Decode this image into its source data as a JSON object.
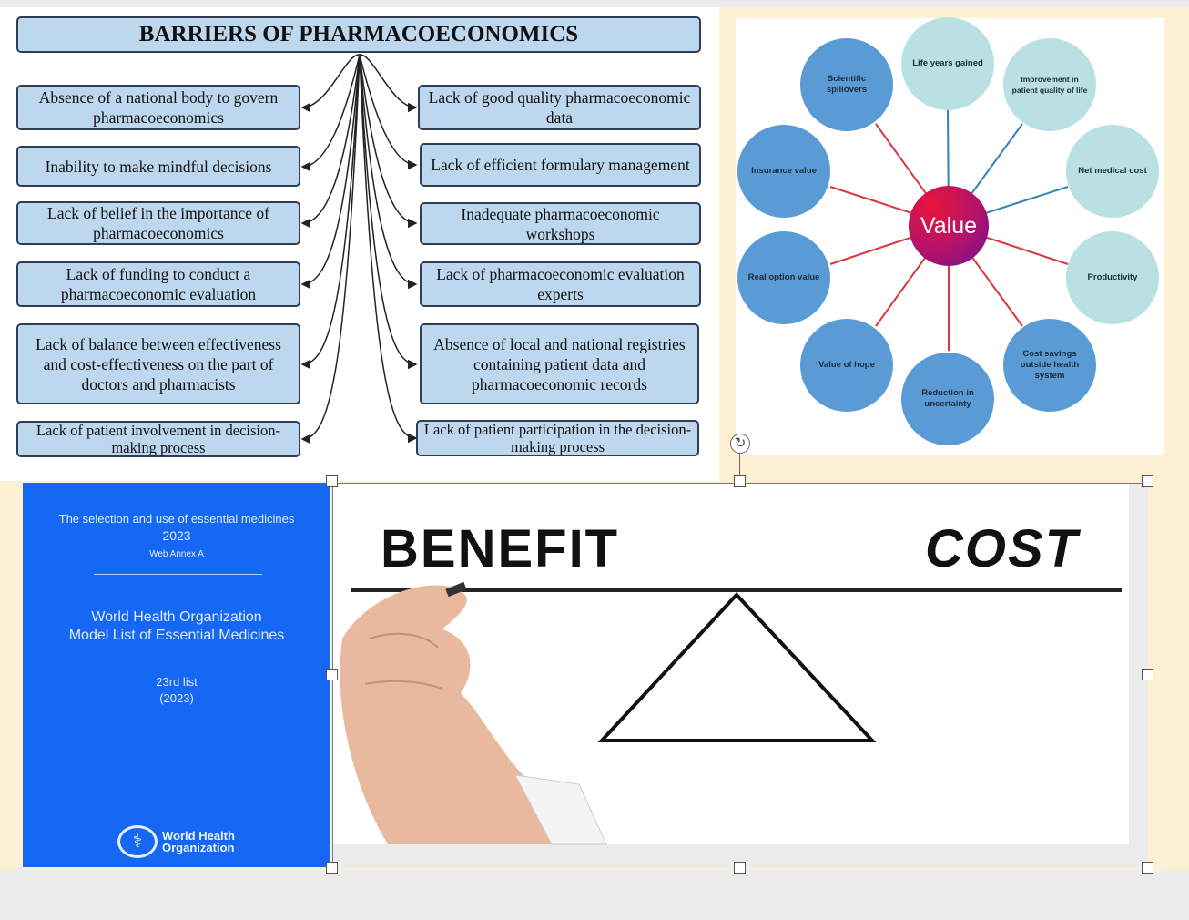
{
  "barriers": {
    "title": "BARRIERS OF PHARMACOECONOMICS",
    "left": [
      "Absence of a national body to govern pharmacoeconomics",
      "Inability to make mindful decisions",
      "Lack of belief in the importance of pharmacoeconomics",
      "Lack of funding to conduct a pharmacoeconomic evaluation",
      "Lack of balance between effectiveness and cost-effectiveness on the part of doctors and pharmacists",
      "Lack of patient involvement in decision-making process"
    ],
    "right": [
      "Lack of good quality pharmacoeconomic data",
      "Lack of efficient formulary management",
      "Inadequate pharmacoeconomic workshops",
      "Lack of pharmacoeconomic evaluation experts",
      "Absence of local and national registries containing patient data and pharmacoeconomic records",
      "Lack of patient participation in the decision-making process"
    ]
  },
  "value": {
    "center": "Value",
    "nodes": [
      "Life years gained",
      "Improvement in patient quality of life",
      "Net medical cost",
      "Productivity",
      "Cost savings outside health system",
      "Reduction in uncertainty",
      "Value of hope",
      "Real option value",
      "Insurance value",
      "Scientific spillovers"
    ],
    "colors": {
      "light": "#b9e0e2",
      "dark": "#5b9bd5",
      "light_line": "#2e86b5",
      "dark_line": "#d9363e"
    }
  },
  "who": {
    "title": "The selection and use of essential medicines",
    "year": "2023",
    "annex": "Web Annex A",
    "line1": "World Health Organization",
    "line2": "Model List of Essential Medicines",
    "list": "23rd list",
    "list_year": "(2023)",
    "logo1": "World Health",
    "logo2": "Organization"
  },
  "balance": {
    "benefit": "BENEFIT",
    "cost": "COST"
  }
}
